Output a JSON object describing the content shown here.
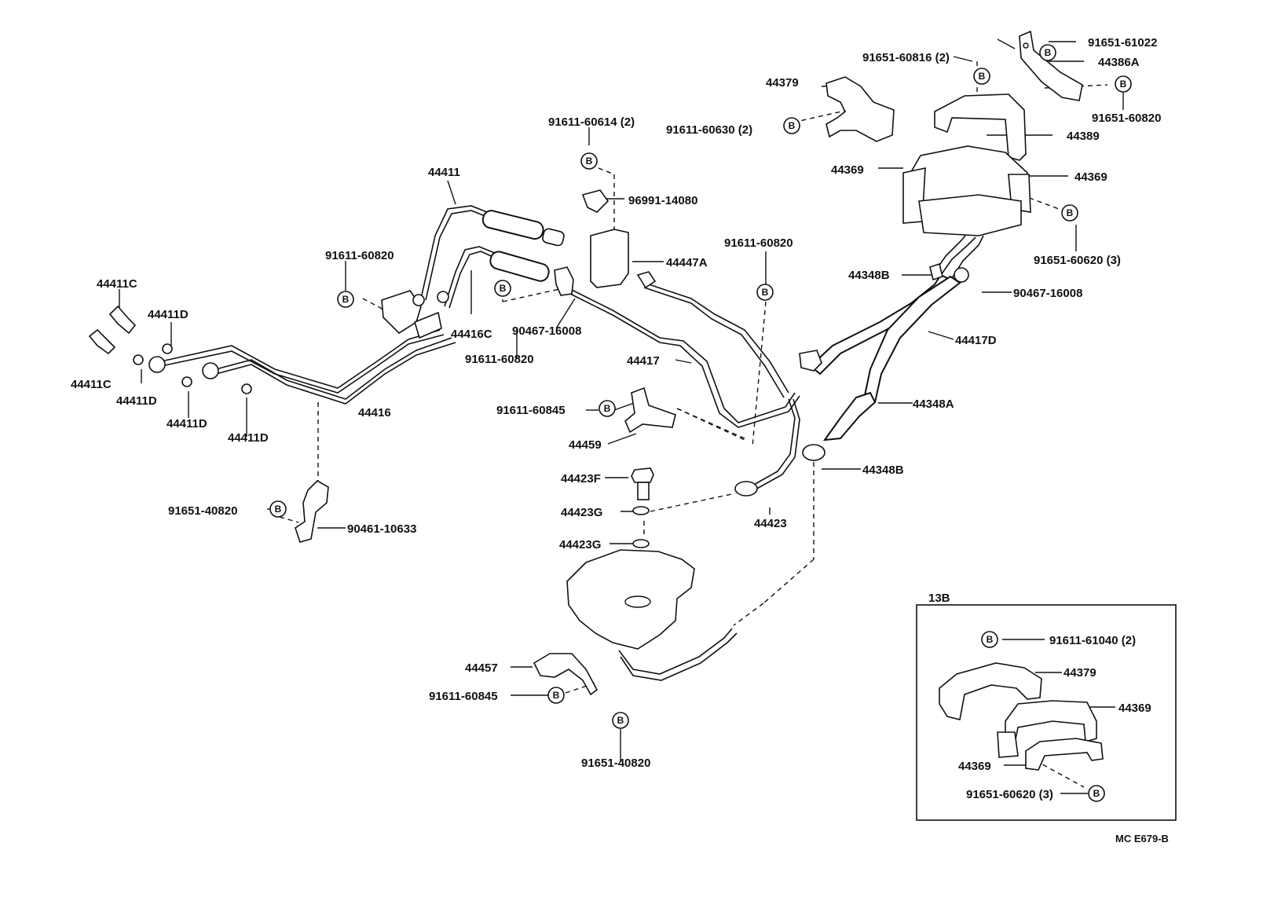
{
  "bolt_symbol": "B",
  "labels": {
    "p_91651_61022": "91651-61022",
    "p_91651_60816": "91651-60816 (2)",
    "p_44386A": "44386A",
    "p_44379_top": "44379",
    "p_91651_60820_r": "91651-60820",
    "p_91611_60630": "91611-60630 (2)",
    "p_44389": "44389",
    "p_91611_60614": "91611-60614 (2)",
    "p_44369_l": "44369",
    "p_44369_r": "44369",
    "p_44411": "44411",
    "p_96991_14080": "96991-14080",
    "p_91651_60620_top": "91651-60620 (3)",
    "p_91611_60820_mid": "91611-60820",
    "p_91611_60820_left": "91611-60820",
    "p_44447A": "44447A",
    "p_44348B_top": "44348B",
    "p_44411C_top": "44411C",
    "p_90467_16008_r": "90467-16008",
    "p_44411D_top": "44411D",
    "p_44416C": "44416C",
    "p_90467_16008_m": "90467-16008",
    "p_44417D": "44417D",
    "p_91611_60820_low": "91611-60820",
    "p_44417": "44417",
    "p_44411C_low": "44411C",
    "p_44411D_2": "44411D",
    "p_44348A": "44348A",
    "p_44416": "44416",
    "p_91611_60845_top": "91611-60845",
    "p_44411D_3": "44411D",
    "p_44411D_4": "44411D",
    "p_44459": "44459",
    "p_44348B_low": "44348B",
    "p_44423F": "44423F",
    "p_91651_40820_l": "91651-40820",
    "p_44423G_1": "44423G",
    "p_44423": "44423",
    "p_90461_10633": "90461-10633",
    "p_44423G_2": "44423G",
    "inset_13B": "13B",
    "p_91611_61040": "91611-61040 (2)",
    "p_44457": "44457",
    "p_44379_inset": "44379",
    "p_91611_60845_low": "91611-60845",
    "p_44369_inset_r": "44369",
    "p_44369_inset_l": "44369",
    "p_91651_60620_inset": "91651-60620 (3)",
    "p_91651_40820_b": "91651-40820",
    "diagram_code": "MC E679-B"
  }
}
